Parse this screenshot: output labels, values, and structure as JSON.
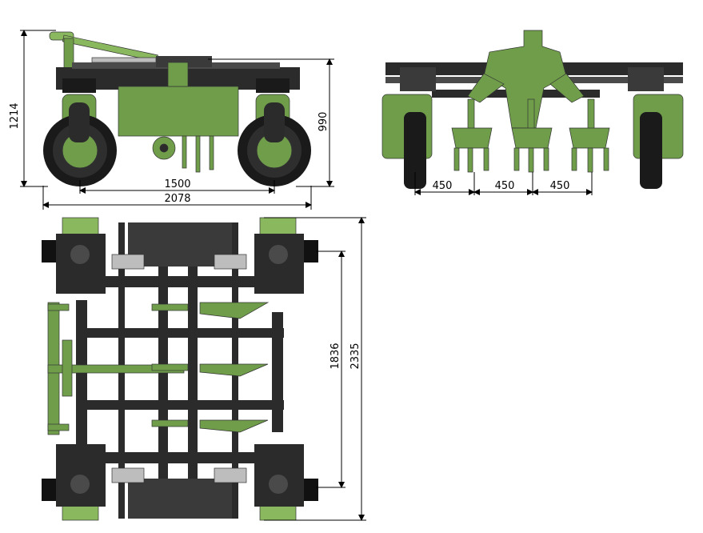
{
  "colors": {
    "green": "#6f9d4a",
    "green_light": "#8ab85e",
    "green_dark": "#4e7533",
    "frame": "#2b2b2b",
    "frame_mid": "#4a4a4a",
    "tire": "#1a1a1a",
    "steel": "#bdbdbd"
  },
  "side_view": {
    "height_total": "1214",
    "height_frame": "990",
    "track": "1500",
    "length_total": "2078"
  },
  "front_view": {
    "spacing_1": "450",
    "spacing_2": "450",
    "spacing_3": "450"
  },
  "top_view": {
    "wheelbase": "1836",
    "width_total": "2335"
  }
}
